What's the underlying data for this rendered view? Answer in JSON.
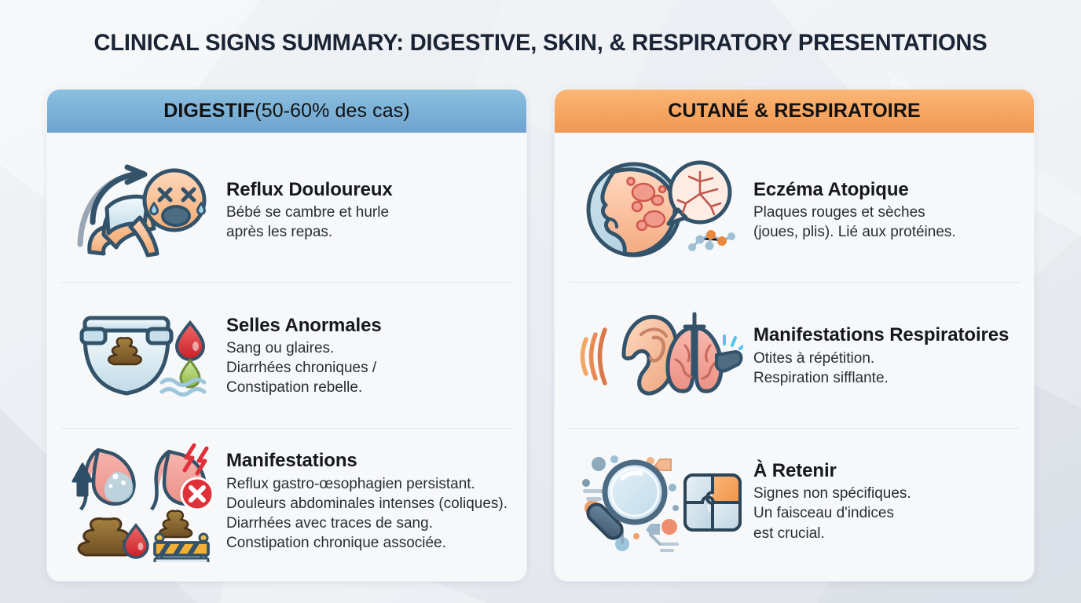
{
  "page": {
    "title": "CLINICAL SIGNS SUMMARY: DIGESTIVE, SKIN, & RESPIRATORY PRESENTATIONS",
    "background_color": "#eef0f4",
    "title_color": "#1a2434"
  },
  "columns": [
    {
      "id": "digestif",
      "header": {
        "strong": "DIGESTIF",
        "light": " (50-60% des cas)",
        "accent_color": "#7fb4d9",
        "gradient_from": "#8cc0e0",
        "gradient_to": "#6fa3cf"
      },
      "items": [
        {
          "icon": "crying-baby-arching-icon",
          "title": "Reflux Douloureux",
          "desc": "Bébé se cambre et hurle\naprès les repas."
        },
        {
          "icon": "diaper-stool-blood-mucus-icon",
          "title": "Selles Anormales",
          "desc": "Sang ou glaires.\nDiarrhées chroniques /\nConstipation rebelle."
        },
        {
          "icon": "stomach-reflux-stool-grid-icon",
          "title": "Manifestations",
          "desc": "Reflux gastro-œsophagien persistant.\nDouleurs abdominales intenses (coliques).\nDiarrhées avec traces de sang.\nConstipation chronique associée."
        }
      ]
    },
    {
      "id": "cutane-respiratoire",
      "header": {
        "strong": "CUTANÉ & RESPIRATOIRE",
        "light": "",
        "accent_color": "#f7a764",
        "gradient_from": "#fbb777",
        "gradient_to": "#f09953"
      },
      "items": [
        {
          "icon": "face-eczema-rash-molecule-icon",
          "title": "Eczéma Atopique",
          "desc": "Plaques rouges et sèches\n(joues, plis). Lié aux protéines."
        },
        {
          "icon": "ear-lungs-wheeze-icon",
          "title": "Manifestations\nRespiratoires",
          "desc": "Otites à répétition.\nRespiration sifflante."
        },
        {
          "icon": "magnifier-puzzle-icon",
          "title": "À Retenir",
          "desc": "Signes non spécifiques.\nUn faisceau d'indices\nest crucial."
        }
      ]
    }
  ]
}
